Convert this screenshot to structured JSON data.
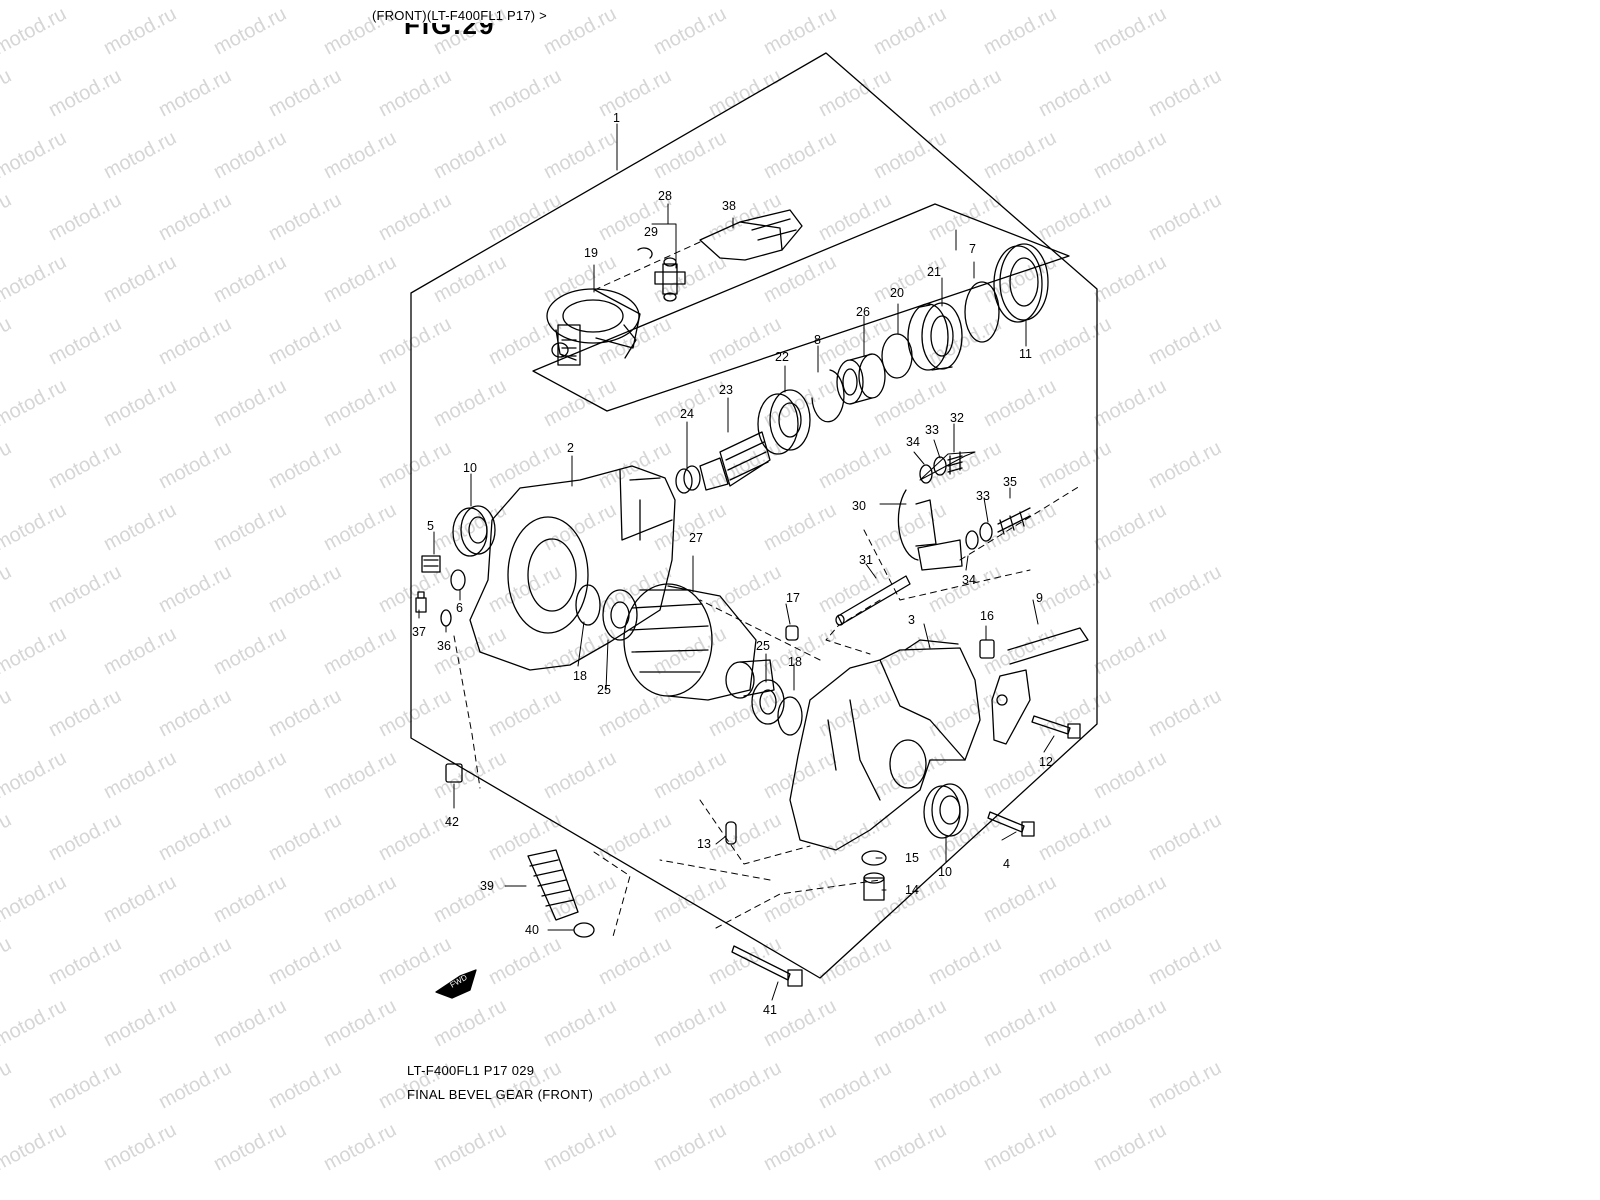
{
  "header": {
    "breadcrumb": "(FRONT)(LT-F400FL1 P17) >",
    "fig_label": "FIG.29"
  },
  "watermark": "motod.ru",
  "callouts": [
    "1",
    "2",
    "3",
    "4",
    "5",
    "6",
    "7",
    "8",
    "9",
    "10",
    "10",
    "11",
    "12",
    "13",
    "14",
    "15",
    "16",
    "17",
    "18",
    "18",
    "19",
    "20",
    "21",
    "22",
    "23",
    "24",
    "25",
    "25",
    "26",
    "27",
    "28",
    "29",
    "30",
    "31",
    "32",
    "33",
    "33",
    "34",
    "34",
    "35",
    "36",
    "37",
    "38",
    "39",
    "40",
    "41",
    "42"
  ],
  "front_arrow_label": "FWD",
  "footer": {
    "code": "LT-F400FL1 P17  029",
    "title": "FINAL BEVEL GEAR (FRONT)"
  },
  "colors": {
    "line": "#000000",
    "watermark": "#d6d6d6",
    "background": "#ffffff"
  }
}
